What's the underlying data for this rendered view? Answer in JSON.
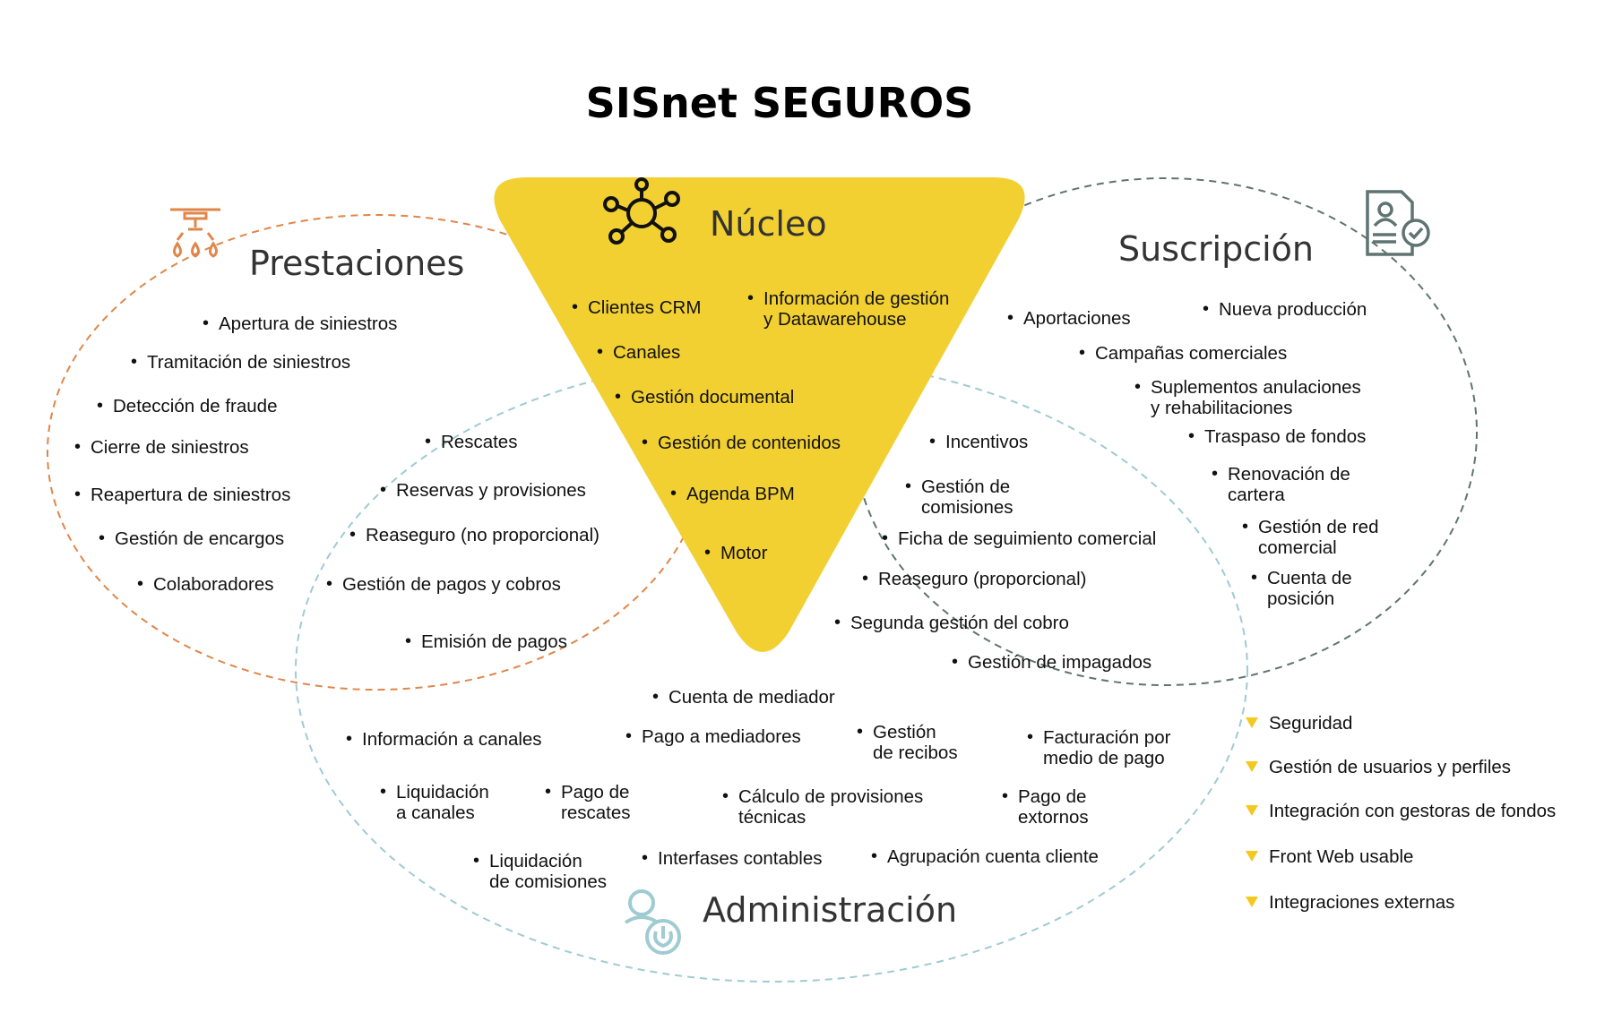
{
  "title": "SISnet SEGUROS",
  "colors": {
    "nucleo_fill": "#f2d032",
    "prestaciones_stroke": "#e0864a",
    "suscripcion_stroke": "#5f7470",
    "administracion_stroke": "#9fcbd2",
    "extras_marker": "#f2c91f"
  },
  "nucleo": {
    "heading": "Núcleo",
    "icon": "network-icon",
    "items": [
      "Clientes CRM",
      "Información de gestión\ny Datawarehouse",
      "Canales",
      "Gestión documental",
      "Gestión de contenidos",
      "Agenda BPM",
      "Motor"
    ]
  },
  "prestaciones": {
    "heading": "Prestaciones",
    "icon": "sprinkler-icon",
    "items": [
      "Apertura de siniestros",
      "Tramitación de siniestros",
      "Detección de fraude",
      "Cierre de siniestros",
      "Reapertura de siniestros",
      "Gestión de encargos",
      "Colaboradores"
    ]
  },
  "suscripcion": {
    "heading": "Suscripción",
    "icon": "document-check-icon",
    "items": [
      "Aportaciones",
      "Nueva producción",
      "Campañas comerciales",
      "Suplementos anulaciones\ny rehabilitaciones",
      "Traspaso de fondos",
      "Renovación de\ncartera",
      "Gestión de red\ncomercial",
      "Cuenta de\nposición"
    ]
  },
  "prestaciones_administracion": {
    "items": [
      "Rescates",
      "Reservas y provisiones",
      "Reaseguro (no proporcional)",
      "Gestión de pagos y cobros",
      "Emisión de pagos"
    ]
  },
  "suscripcion_administracion": {
    "items": [
      "Incentivos",
      "Gestión de\ncomisiones",
      "Ficha de seguimiento comercial",
      "Reaseguro (proporcional)",
      "Segunda gestión del cobro",
      "Gestión de impagados"
    ]
  },
  "administracion": {
    "heading": "Administración",
    "icon": "admin-settings-icon",
    "items": [
      "Cuenta de mediador",
      "Información a canales",
      "Pago a mediadores",
      "Gestión\nde recibos",
      "Facturación por\nmedio de pago",
      "Liquidación\na canales",
      "Pago de\nrescates",
      "Cálculo de provisiones\ntécnicas",
      "Pago de\nextornos",
      "Liquidación\nde comisiones",
      "Interfases contables",
      "Agrupación cuenta cliente"
    ]
  },
  "transversal": {
    "items": [
      "Seguridad",
      "Gestión de usuarios y perfiles",
      "Integración con gestoras de fondos",
      "Front Web usable",
      "Integraciones externas"
    ]
  }
}
